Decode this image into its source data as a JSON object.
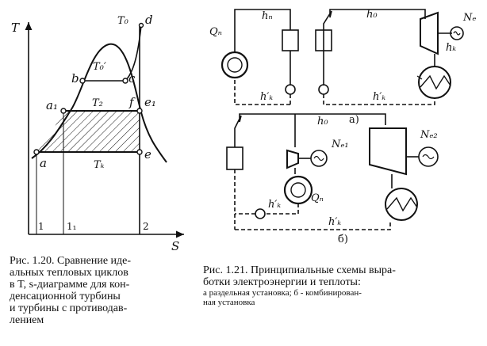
{
  "fig20": {
    "axis_T": "T",
    "axis_S": "S",
    "points": {
      "a": "a",
      "a1": "a₁",
      "b": "b",
      "c": "c",
      "d": "d",
      "e": "e",
      "e1": "e₁",
      "f": "f"
    },
    "T0": "T₀",
    "T0p": "T₀′",
    "T2": "T₂",
    "Tk": "Tₖ",
    "ticks": [
      "1",
      "1₁",
      "2"
    ]
  },
  "fig21": {
    "h_n": "hₙ",
    "h_0": "h₀",
    "Q_n": "Qₙ",
    "N_e": "Nₑ",
    "h_k": "hₖ",
    "hk_p": "h′ₖ",
    "a_lbl": "a)",
    "b_lbl": "б)",
    "N_e1": "Nₑ₁",
    "N_e2": "Nₑ₂"
  },
  "captions": {
    "fig20": [
      "Рис. 1.20. Сравнение иде-",
      "альных тепловых циклов",
      "в T, s-диаграмме для кон-",
      "денсационной      турбины",
      "и турбины с противодав-",
      "лением"
    ],
    "fig21": [
      "Рис. 1.21. Принципиальные схемы выра-",
      "ботки электроэнергии и теплоты:"
    ],
    "fig21_sub": [
      "а  раздельная  установка;  б - комбинирован-",
      "ная  установка"
    ]
  }
}
